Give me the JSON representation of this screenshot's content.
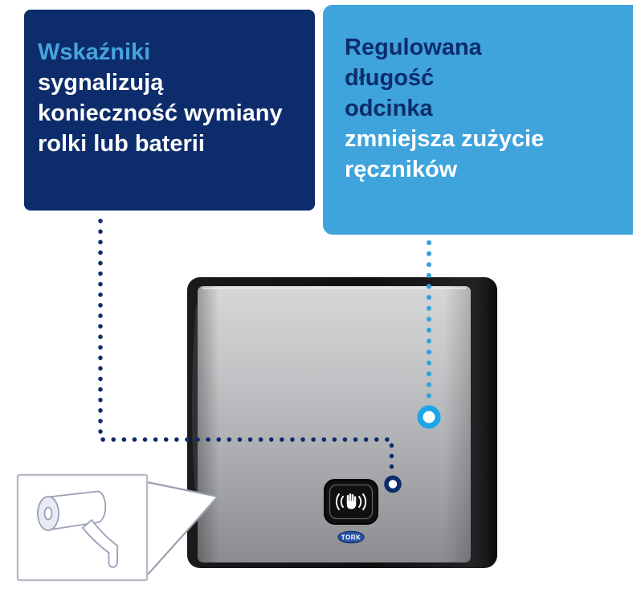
{
  "colors": {
    "navy": "#0D2C6B",
    "light_blue": "#3FA3DC",
    "title_blue": "#47A3DD",
    "ring_blue": "#1CA5E8",
    "dot_blue": "#35A0DB"
  },
  "callout_left": {
    "title": "Wskaźniki",
    "body": [
      "sygnalizują",
      "konieczność wymiany",
      "rolki lub baterii"
    ]
  },
  "callout_right": {
    "title": [
      "Regulowana",
      "długość",
      "odcinka"
    ],
    "body": [
      "zmniejsza zużycie",
      "ręczników"
    ]
  },
  "device": {
    "brand": "TORK"
  },
  "icons": {
    "sensor": "hand-proximity-sensor-icon",
    "left_marker": "navy-ring-icon",
    "right_marker": "blue-ring-icon",
    "inset": "paper-roll-icon"
  }
}
